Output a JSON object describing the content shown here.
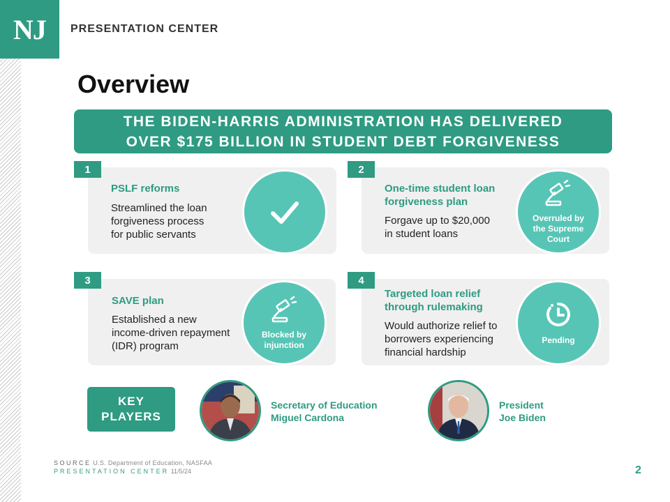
{
  "logo": "NJ",
  "brand": "PRESENTATION CENTER",
  "title": "Overview",
  "banner": {
    "line1": "THE BIDEN-HARRIS ADMINISTRATION HAS DELIVERED",
    "line2": "OVER $175 BILLION IN STUDENT DEBT FORGIVENESS"
  },
  "cards": [
    {
      "num": "1",
      "title": "PSLF reforms",
      "desc": [
        "Streamlined the loan",
        "forgiveness process",
        "for public servants"
      ],
      "status": "",
      "icon": "checkmark-icon"
    },
    {
      "num": "2",
      "title": [
        "One-time student loan",
        "forgiveness plan"
      ],
      "desc": [
        "Forgave up to $20,000",
        "in student loans"
      ],
      "status": [
        "Overruled by",
        "the Supreme",
        "Court"
      ],
      "icon": "gavel-icon"
    },
    {
      "num": "3",
      "title": "SAVE plan",
      "desc": [
        "Established a new",
        "income-driven repayment",
        "(IDR) program"
      ],
      "status": [
        "Blocked by",
        "injunction"
      ],
      "icon": "gavel-icon"
    },
    {
      "num": "4",
      "title": [
        "Targeted loan relief",
        "through rulemaking"
      ],
      "desc": [
        "Would authorize relief to",
        "borrowers experiencing",
        "financial hardship"
      ],
      "status": "Pending",
      "icon": "clock-icon"
    }
  ],
  "key_players": {
    "line1": "KEY",
    "line2": "PLAYERS"
  },
  "players": [
    {
      "role": "Secretary of Education",
      "name": "Miguel Cardona"
    },
    {
      "role": "President",
      "name": "Joe Biden"
    }
  ],
  "source": {
    "label": "SOURCE",
    "text": "U.S. Department of Education, NASFAA"
  },
  "footer": {
    "label": "PRESENTATION CENTER",
    "date": "11/5/24"
  },
  "page_number": "2",
  "colors": {
    "accent": "#2e9b82",
    "circle": "#57c5b6",
    "card_bg": "#f0f0f0"
  }
}
